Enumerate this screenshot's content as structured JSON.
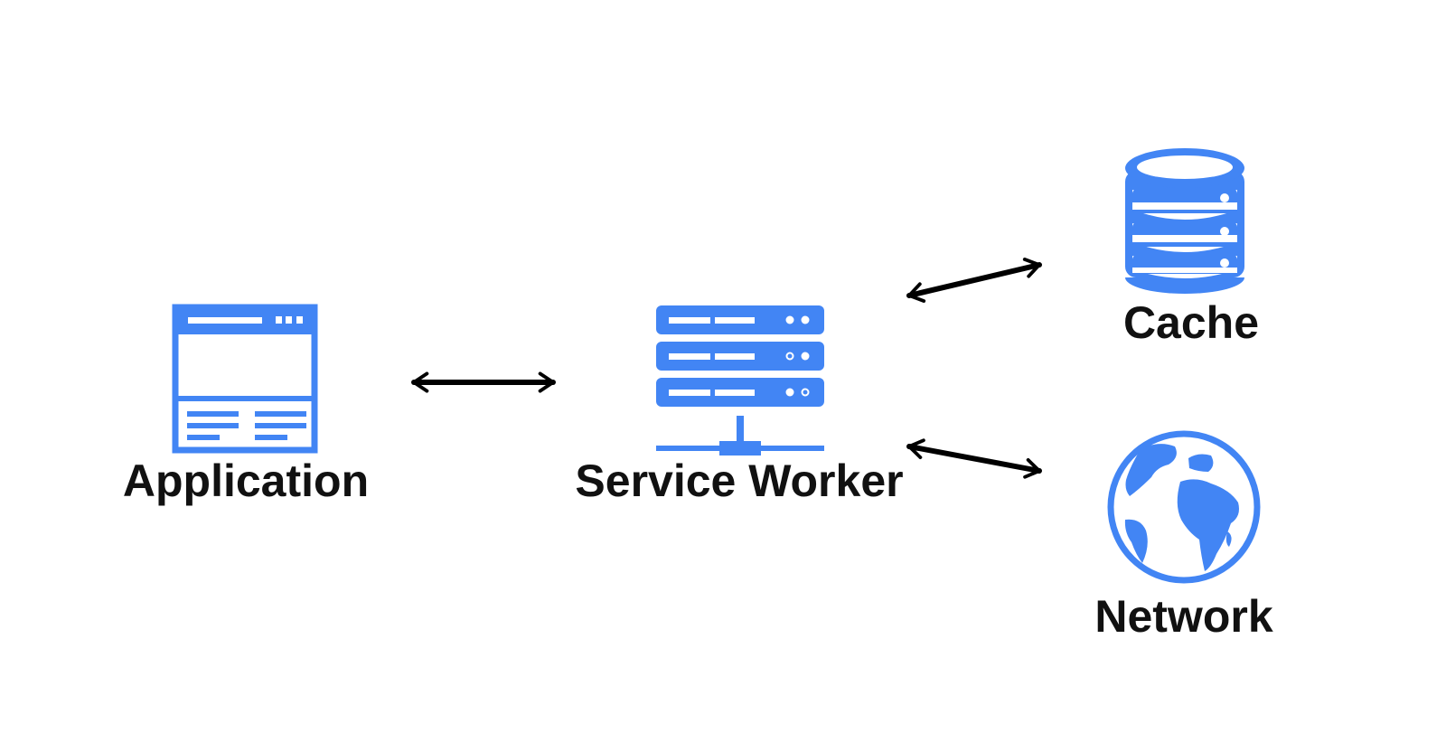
{
  "colors": {
    "icon": "#4285F4",
    "arrow": "#000000",
    "text": "#111111",
    "background": "#FFFFFF"
  },
  "nodes": {
    "application": {
      "label": "Application",
      "icon": "browser-window-icon"
    },
    "service_worker": {
      "label": "Service Worker",
      "icon": "server-rack-icon"
    },
    "cache": {
      "label": "Cache",
      "icon": "database-icon"
    },
    "network": {
      "label": "Network",
      "icon": "globe-icon"
    }
  },
  "edges": [
    {
      "from": "application",
      "to": "service_worker",
      "direction": "bidirectional"
    },
    {
      "from": "service_worker",
      "to": "cache",
      "direction": "bidirectional"
    },
    {
      "from": "service_worker",
      "to": "network",
      "direction": "bidirectional"
    }
  ]
}
